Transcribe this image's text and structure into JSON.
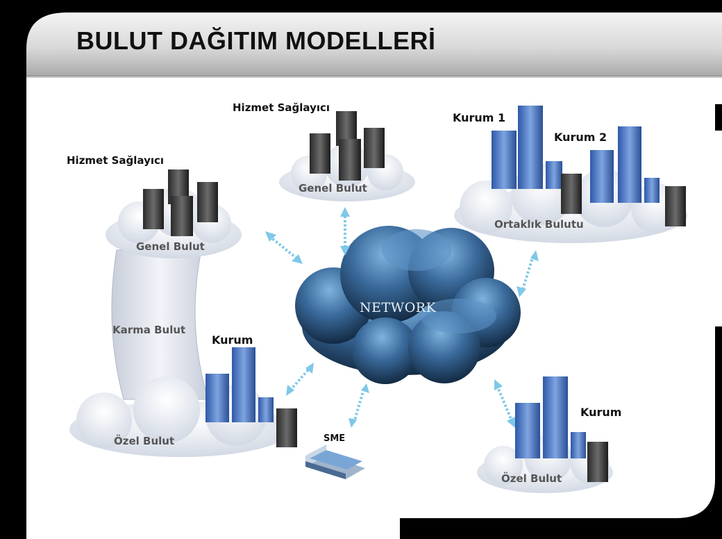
{
  "title": "BULUT DAĞITIM MODELLERİ",
  "labels": {
    "provider_left": "Hizmet Sağlayıcı",
    "provider_top": "Hizmet Sağlayıcı",
    "kurum1": "Kurum 1",
    "kurum2": "Kurum 2",
    "kurum_left": "Kurum",
    "kurum_right": "Kurum",
    "sme": "SME"
  },
  "clouds": {
    "genel_left": "Genel Bulut",
    "genel_top": "Genel Bulut",
    "ortaklik": "Ortaklık Bulutu",
    "karma": "Karma Bulut",
    "ozel_left": "Özel Bulut",
    "ozel_right": "Özel Bulut",
    "network": "NETWORK"
  },
  "colors": {
    "background": "#000000",
    "panel": "#ffffff",
    "cloud_fill": "#e4e8ef",
    "network_dark": "#16314f",
    "network_light": "#6aa0cf",
    "building": "#4f78c0",
    "arrow": "#7fc8e8"
  }
}
